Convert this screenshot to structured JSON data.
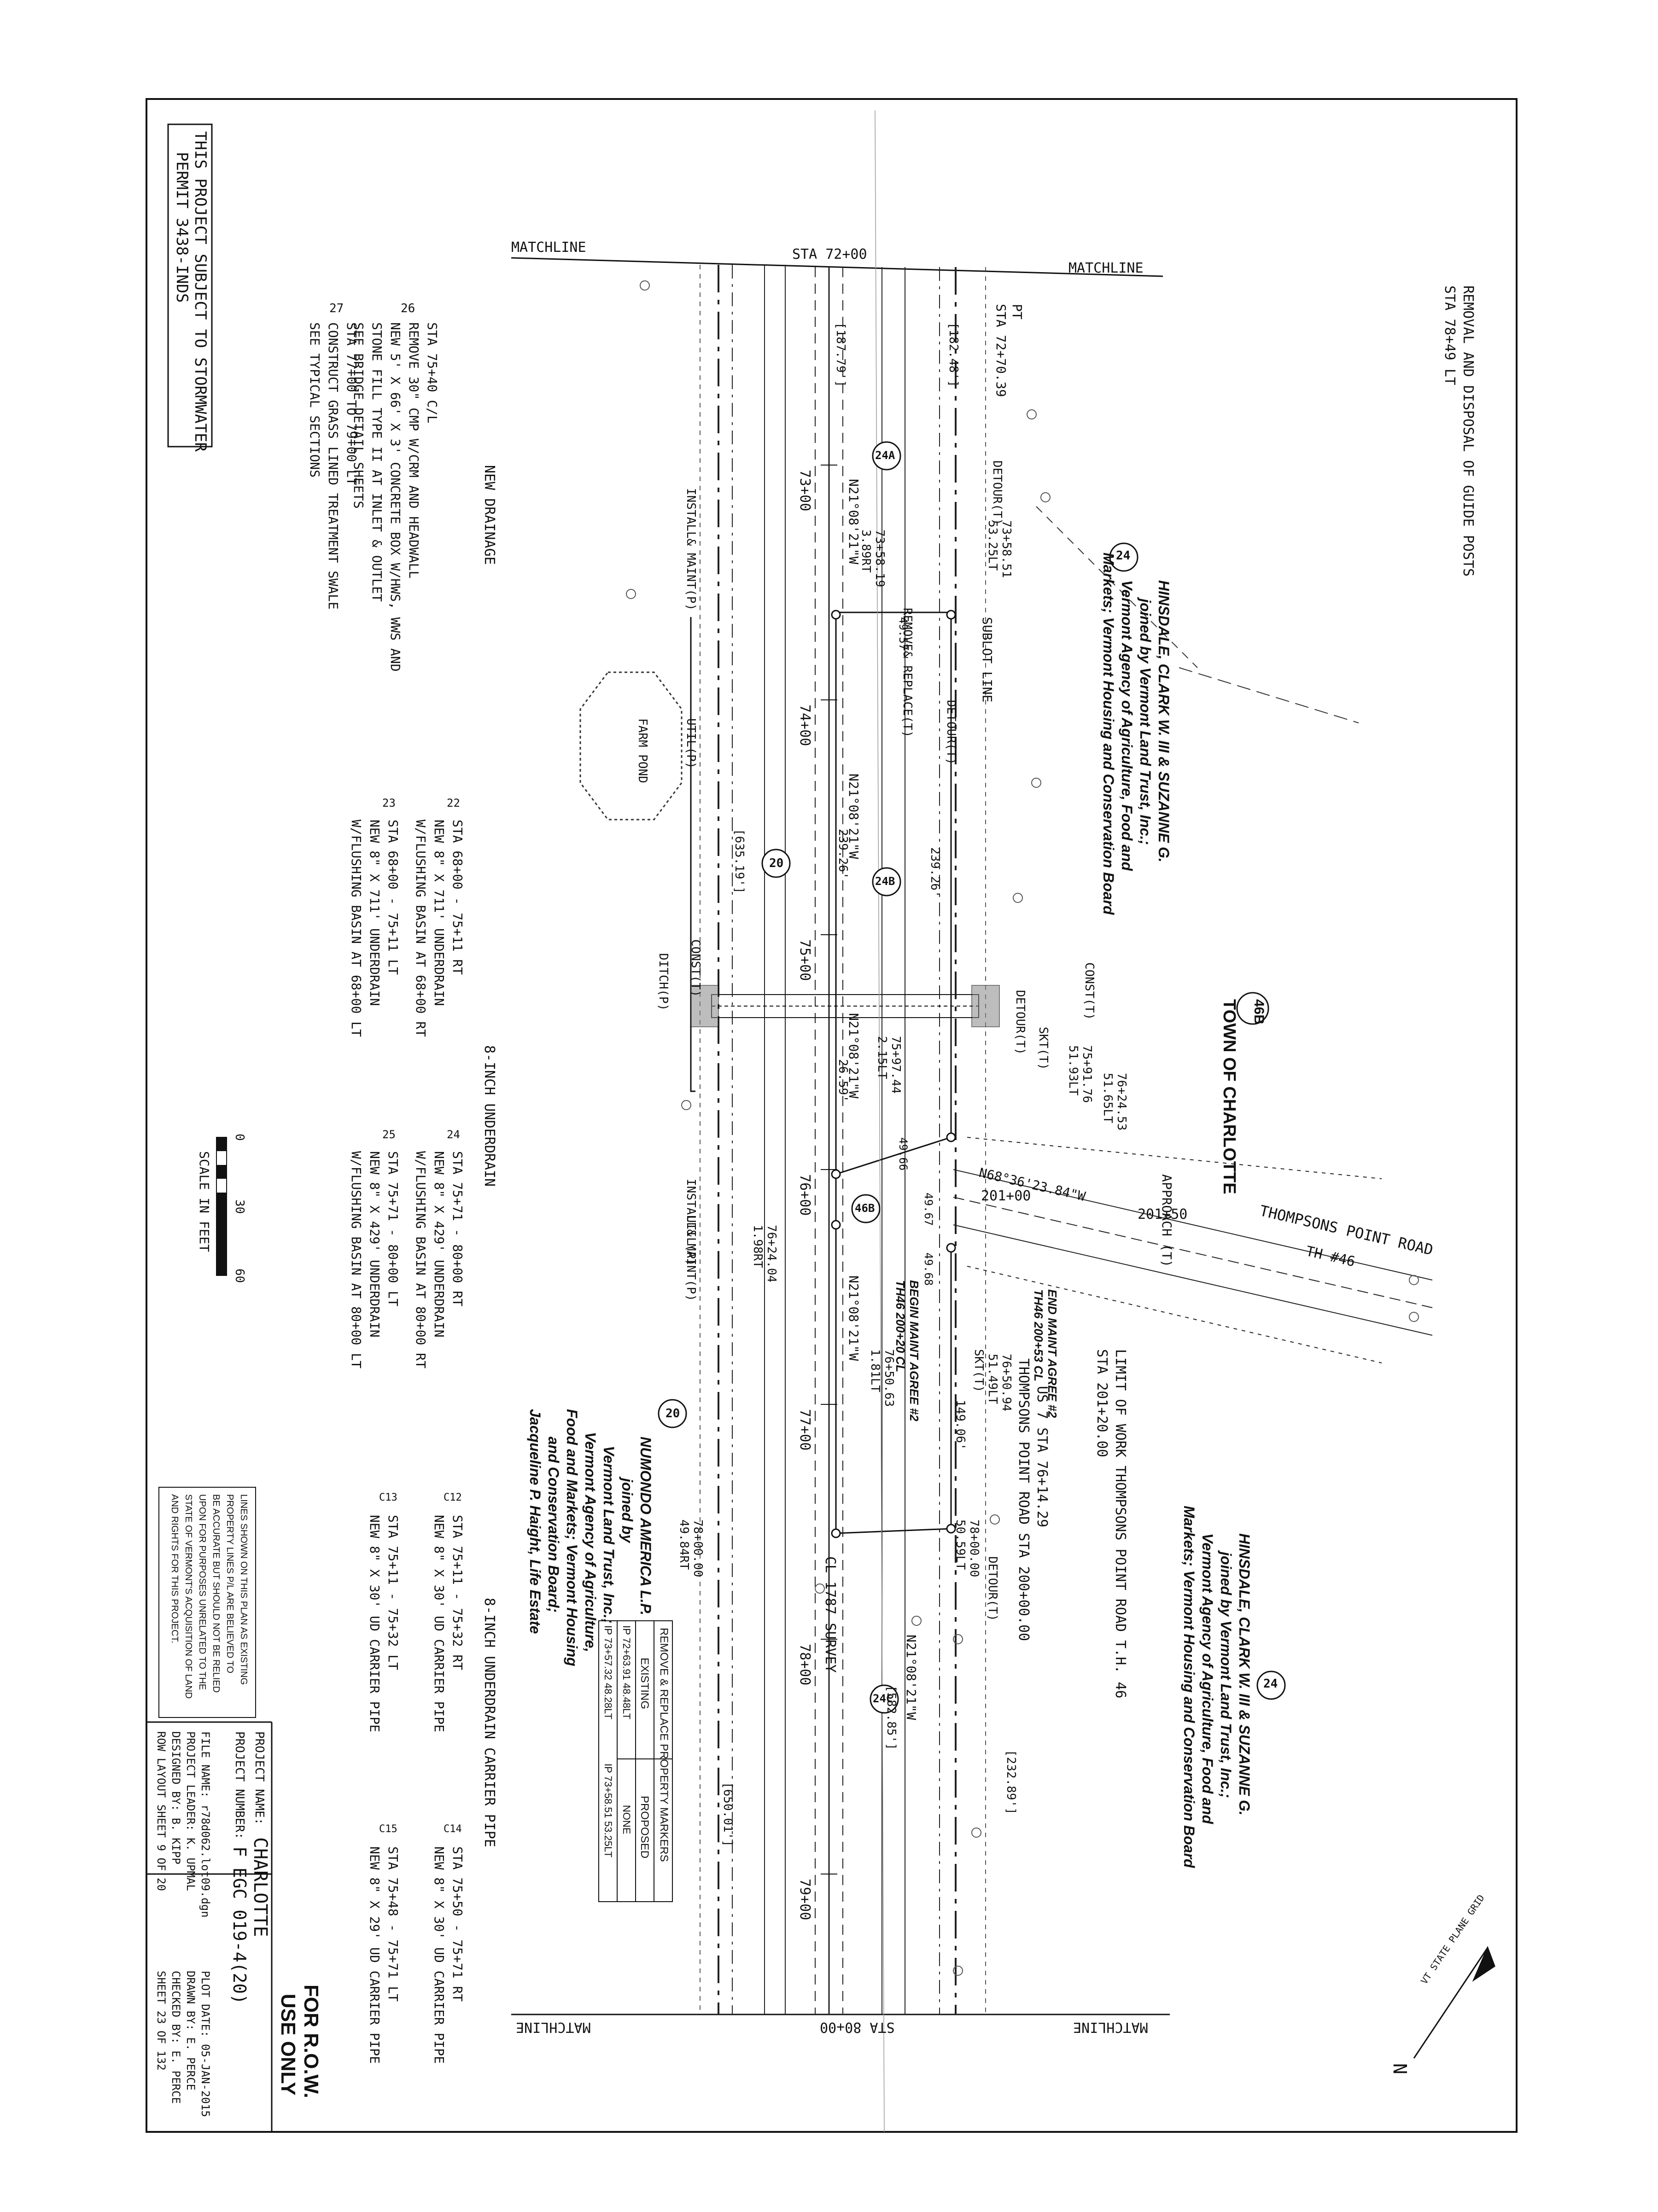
{
  "header": {
    "stormwater_line1": "THIS PROJECT SUBJECT TO STORMWATER",
    "stormwater_line2": "PERMIT 3438-INDS",
    "removal_note": "REMOVAL AND DISPOSAL OF GUIDE POSTS",
    "removal_sta": "STA 78+49 LT"
  },
  "matchlines": {
    "top_left": "MATCHLINE",
    "top_sta": "STA 72+00",
    "top_right": "MATCHLINE",
    "bottom_left": "MATCHLINE",
    "bottom_sta": "STA 80+00",
    "bottom_right": "MATCHLINE"
  },
  "stations": [
    "73+00",
    "74+00",
    "75+00",
    "76+00",
    "77+00",
    "78+00",
    "79+00"
  ],
  "labels": {
    "pt": "PT",
    "pt_sta": "STA 72+70.39",
    "sublot_line": "SUBLOT LINE",
    "farm_pond": "FARM POND",
    "town_charlotte_num": "46B",
    "town_charlotte": "TOWN OF CHARLOTTE",
    "thompsons_road": "THOMPSONS POINT ROAD",
    "th46": "TH #46",
    "approach": "APPROACH (T)",
    "limit_of_work": "LIMIT OF WORK THOMPSONS POINT ROAD T.H. 46",
    "limit_sta": "STA 201+20.00",
    "us7_sta": "US 7 STA 76+14.29",
    "us7_road_sta": "THOMPSONS POINT ROAD STA 200+00.00",
    "cl_survey": "CL 1787 SURVEY",
    "util_p": "UTIL(P)",
    "detour": "DETOUR(T)",
    "remove_replace": "REMOVE& REPLACE(T)",
    "install_maint": "INSTALL& MAINT(P)",
    "const_t": "CONST(T)",
    "ditch_p": "DITCH(P)",
    "skt": "SKT(T)",
    "rd_201": "201+00",
    "rd_201b": "201+50",
    "bearing_main": "N21°08'21\"W",
    "bearing_road": "N68°36'23.84\"W",
    "begin_maint": "BEGIN MAINT AGREE #2",
    "begin_maint_sta": "TH46 200+20 CL",
    "end_maint": "END MAINT AGREE #2",
    "end_maint_sta": "TH46 200+53 CL",
    "parcel_24a": "24A",
    "parcel_24b": "24B",
    "parcel_24c": "24C",
    "parcel_46b": "46B",
    "parcel_20": "20",
    "parcel_24": "24",
    "dist_1": "[182.48']",
    "dist_2": "[187.79']",
    "dist_3": "[635.19']",
    "dist_4": "[582.85']",
    "dist_5": "[650.01']",
    "dist_6": "[232.89']",
    "dist_7": "239.26'",
    "dist_8": "239.26'",
    "dist_9": "26.59'",
    "dist_10": "149.06'",
    "offset_1": "73+58.51",
    "offset_1b": "53.25LT",
    "offset_2": "73+58.19",
    "offset_2b": "3.89RT",
    "offset_3": "75+91.76",
    "offset_3b": "51.93LT",
    "offset_4": "76+24.53",
    "offset_4b": "51.65LT",
    "offset_5": "75+97.44",
    "offset_5b": "2.15LT",
    "offset_6": "76+24.04",
    "offset_6b": "1.98RT",
    "offset_7": "76+50.94",
    "offset_7b": "51.49LT",
    "offset_8": "78+00.00",
    "offset_8b": "50.59LT",
    "offset_9": "78+00.00",
    "offset_9b": "49.84RT",
    "offset_10": "76+50.63",
    "offset_10b": "1.81LT",
    "offset_11": "49.57",
    "offset_12": "49.66",
    "offset_13": "49.67",
    "offset_14": "49.68"
  },
  "owners": {
    "owner_24_top": [
      "HINSDALE, CLARK W. III & SUZANNE G.",
      "joined by Vermont Land Trust, Inc.;",
      "Vermont Agency of Agriculture, Food and",
      "Markets; Vermont Housing and Conservation Board"
    ],
    "owner_24_right": [
      "HINSDALE, CLARK W. III & SUZANNE G.",
      "joined by Vermont Land Trust, Inc.;",
      "Vermont Agency of Agriculture, Food and",
      "Markets; Vermont Housing and Conservation Board"
    ],
    "owner_20": [
      "NUMONDO AMERICA L.P.",
      "joined by",
      "Vermont Land Trust, Inc.;",
      "Vermont Agency of Agriculture,",
      "Food and Markets; Vermont Housing",
      "and Conservation Board;",
      "Jacqueline P. Haight, Life Estate"
    ]
  },
  "markers_table": {
    "title": "REMOVE & REPLACE PROPERTY MARKERS",
    "col_existing": "EXISTING",
    "col_proposed": "PROPOSED",
    "rows": [
      [
        "IP 72+63.91 48.48LT",
        "NONE"
      ],
      [
        "IP 73+57.32 48.28LT",
        "IP 73+58.51 53.25LT"
      ]
    ]
  },
  "drainage": {
    "title": "NEW DRAINAGE",
    "items": [
      {
        "num": "26",
        "lines": [
          "STA 75+40 C/L",
          "REMOVE 30\" CMP W/CRM AND HEADWALL",
          "NEW 5' X 66' X 3' CONCRETE BOX W/HWS, WWS AND",
          "STONE FILL TYPE II AT INLET & OUTLET",
          "SEE BRIDGE DETAIL SHEETS"
        ]
      },
      {
        "num": "27",
        "lines": [
          "STA 77+00 TO 79+00 LT",
          "CONSTRUCT GRASS LINED TREATMENT SWALE",
          "SEE TYPICAL SECTIONS"
        ]
      }
    ]
  },
  "underdrain": {
    "title": "8-INCH UNDERDRAIN",
    "items": [
      {
        "num": "22",
        "lines": [
          "STA 68+00 - 75+11 RT",
          "NEW 8\" X 711' UNDERDRAIN",
          "W/FLUSHING BASIN AT 68+00 RT"
        ]
      },
      {
        "num": "23",
        "lines": [
          "STA 68+00 - 75+11 LT",
          "NEW 8\" X 711' UNDERDRAIN",
          "W/FLUSHING BASIN AT 68+00 LT"
        ]
      },
      {
        "num": "24",
        "lines": [
          "STA 75+71 - 80+00 RT",
          "NEW 8\" X 429' UNDERDRAIN",
          "W/FLUSHING BASIN AT 80+00 RT"
        ]
      },
      {
        "num": "25",
        "lines": [
          "STA 75+71 - 80+00 LT",
          "NEW 8\" X 429' UNDERDRAIN",
          "W/FLUSHING BASIN AT 80+00 LT"
        ]
      }
    ]
  },
  "carrier": {
    "title": "8-INCH UNDERDRAIN CARRIER PIPE",
    "items": [
      {
        "num": "C12",
        "lines": [
          "STA 75+11 - 75+32 RT",
          "NEW 8\" X 30' UD CARRIER PIPE"
        ]
      },
      {
        "num": "C13",
        "lines": [
          "STA 75+11 - 75+32 LT",
          "NEW 8\" X 30' UD CARRIER PIPE"
        ]
      },
      {
        "num": "C14",
        "lines": [
          "STA 75+50 - 75+71 RT",
          "NEW 8\" X 30' UD CARRIER PIPE"
        ]
      },
      {
        "num": "C15",
        "lines": [
          "STA 75+48 - 75+71 LT",
          "NEW 8\" X 29' UD CARRIER PIPE"
        ]
      }
    ]
  },
  "scale": {
    "label": "SCALE IN FEET",
    "ticks": [
      "0",
      "30",
      "60"
    ]
  },
  "disclaimer": [
    "LINES SHOWN ON THIS PLAN AS EXISTING",
    "PROPERTY LINES P/L ARE BELIEVED TO",
    "BE ACCURATE BUT SHOULD NOT BE RELIED",
    "UPON FOR PURPOSES UNRELATED TO THE",
    "STATE OF VERMONT'S ACQUISITION OF LAND",
    "AND RIGHTS FOR THIS PROJECT."
  ],
  "title_block": {
    "project_name_label": "PROJECT NAME:",
    "project_name": "CHARLOTTE",
    "project_number_label": "PROJECT NUMBER:",
    "project_number": "F EGC 019-4(20)",
    "file_name": "FILE NAME: r78d062.lot09.dgn",
    "project_leader": "PROJECT LEADER: K. UPMAL",
    "designed_by": "DESIGNED BY: B. KIPP",
    "row_layout": "ROW LAYOUT SHEET 9 OF 20",
    "plot_date": "PLOT DATE: 05-JAN-2015",
    "drawn_by": "DRAWN BY: E. PERCE",
    "checked_by": "CHECKED BY: E. PERCE",
    "sheet": "SHEET 23 OF 132",
    "for_row_1": "FOR R.O.W.",
    "for_row_2": "USE ONLY"
  },
  "north": {
    "label": "VT STATE PLANE GRID",
    "letter": "N"
  }
}
